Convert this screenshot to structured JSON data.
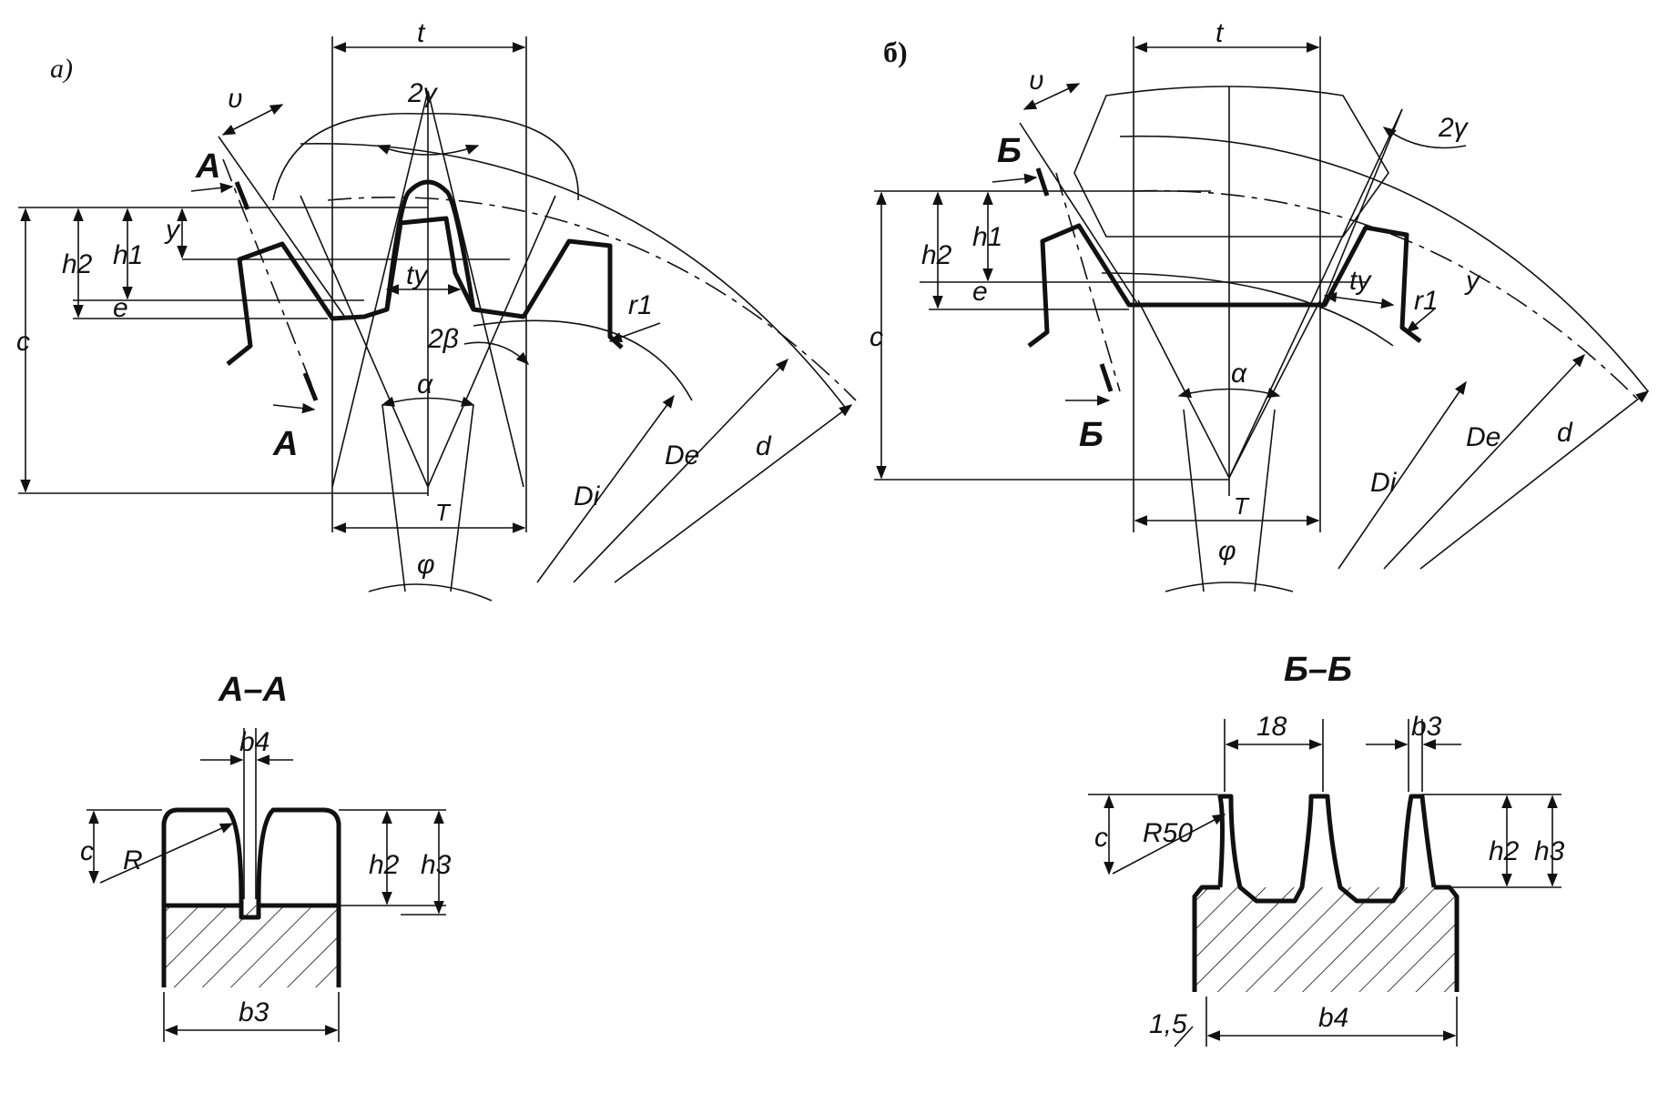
{
  "panel_a": {
    "label": "а)",
    "section_mark": "А",
    "labels": {
      "t": "t",
      "u": "υ",
      "two_gamma": "2γ",
      "y": "y",
      "h2": "h2",
      "h1": "h1",
      "e": "e",
      "c": "c",
      "ty": "ty",
      "two_beta": "2β",
      "alpha": "α",
      "T": "T",
      "phi": "φ",
      "Di": "Di",
      "De": "De",
      "d": "d",
      "r1": "r1"
    }
  },
  "panel_b": {
    "label": "б)",
    "section_mark": "Б",
    "labels": {
      "t": "t",
      "u": "υ",
      "two_gamma": "2γ",
      "y": "y",
      "h2": "h2",
      "h1": "h1",
      "e": "e",
      "c": "c",
      "ty": "ty",
      "alpha": "α",
      "T": "T",
      "phi": "φ",
      "Di": "Di",
      "De": "De",
      "d": "d",
      "r1": "r1"
    }
  },
  "section_aa": {
    "title": "А–А",
    "labels": {
      "b4": "b4",
      "c": "c",
      "R": "R",
      "h2": "h2",
      "h3": "h3",
      "b3": "b3"
    }
  },
  "section_bb": {
    "title": "Б–Б",
    "labels": {
      "dim18": "18",
      "b3": "b3",
      "c": "c",
      "R50": "R50",
      "h2": "h2",
      "h3": "h3",
      "dim15": "1,5",
      "b4": "b4"
    }
  }
}
